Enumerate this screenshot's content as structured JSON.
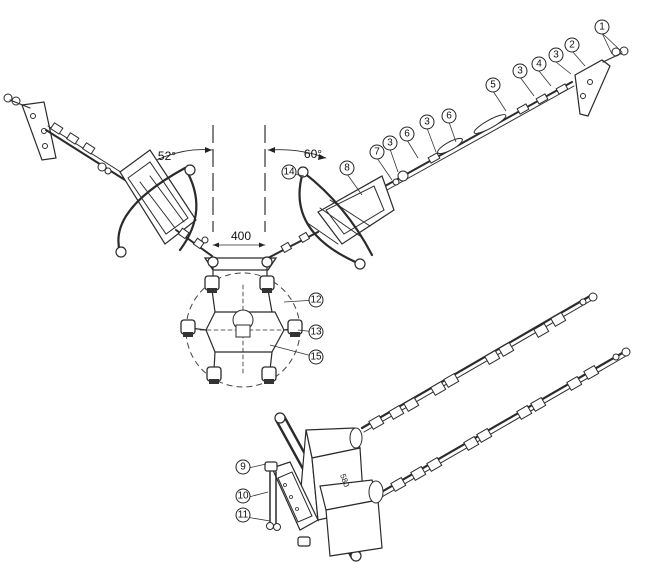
{
  "dimensions": {
    "width_label": "400",
    "left_angle": "52°",
    "right_angle": "60°",
    "lower_note": "580"
  },
  "callouts": [
    "1",
    "2",
    "3",
    "4",
    "3",
    "5",
    "6",
    "3",
    "6",
    "3",
    "7",
    "8",
    "14",
    "12",
    "13",
    "15",
    "9",
    "10",
    "11"
  ]
}
